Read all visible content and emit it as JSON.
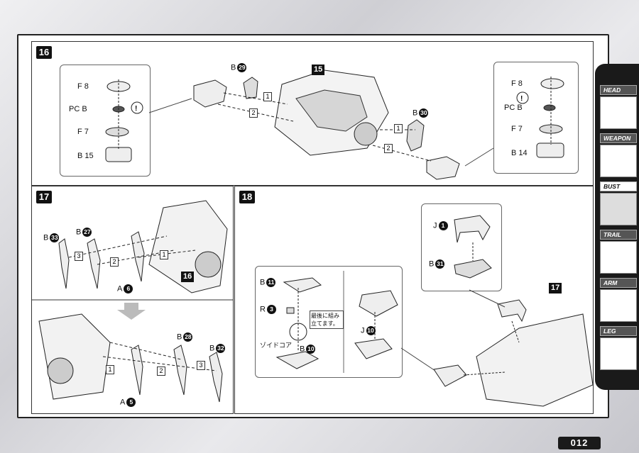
{
  "page_number": "012",
  "sidebar": {
    "items": [
      {
        "label": "HEAD"
      },
      {
        "label": "WEAPON"
      },
      {
        "label": "BUST"
      },
      {
        "label": "TRAIL"
      },
      {
        "label": "ARM"
      },
      {
        "label": "LEG"
      }
    ],
    "active": "BUST"
  },
  "step16": {
    "number": "16",
    "main_label": "15",
    "left_callout": {
      "parts": [
        "F 8",
        "PC B",
        "F 7",
        "B 15"
      ]
    },
    "right_callout": {
      "parts": [
        "F 8",
        "PC B",
        "F 7",
        "B 14"
      ]
    },
    "labels": [
      {
        "letter": "B",
        "num": "29"
      },
      {
        "letter": "B",
        "num": "30"
      }
    ],
    "sequence": [
      "1",
      "2",
      "1",
      "2"
    ]
  },
  "step17": {
    "number": "17",
    "main_label": "16",
    "top_parts": [
      {
        "letter": "B",
        "num": "33"
      },
      {
        "letter": "B",
        "num": "27"
      },
      {
        "letter": "A",
        "num": "6"
      }
    ],
    "bottom_parts": [
      {
        "letter": "A",
        "num": "5"
      },
      {
        "letter": "B",
        "num": "28"
      },
      {
        "letter": "B",
        "num": "32"
      }
    ],
    "sequence": [
      "3",
      "2",
      "1"
    ]
  },
  "step18": {
    "number": "18",
    "main_label": "17",
    "parts_top": [
      {
        "letter": "J",
        "num": "1"
      },
      {
        "letter": "B",
        "num": "31"
      }
    ],
    "inner_parts": [
      {
        "letter": "B",
        "num": "11"
      },
      {
        "letter": "R",
        "num": "3"
      },
      {
        "letter": "B",
        "num": "10"
      },
      {
        "letter": "J",
        "num": "10"
      }
    ],
    "core_label": "ゾイドコア",
    "note": "最後に組み立てます。"
  }
}
